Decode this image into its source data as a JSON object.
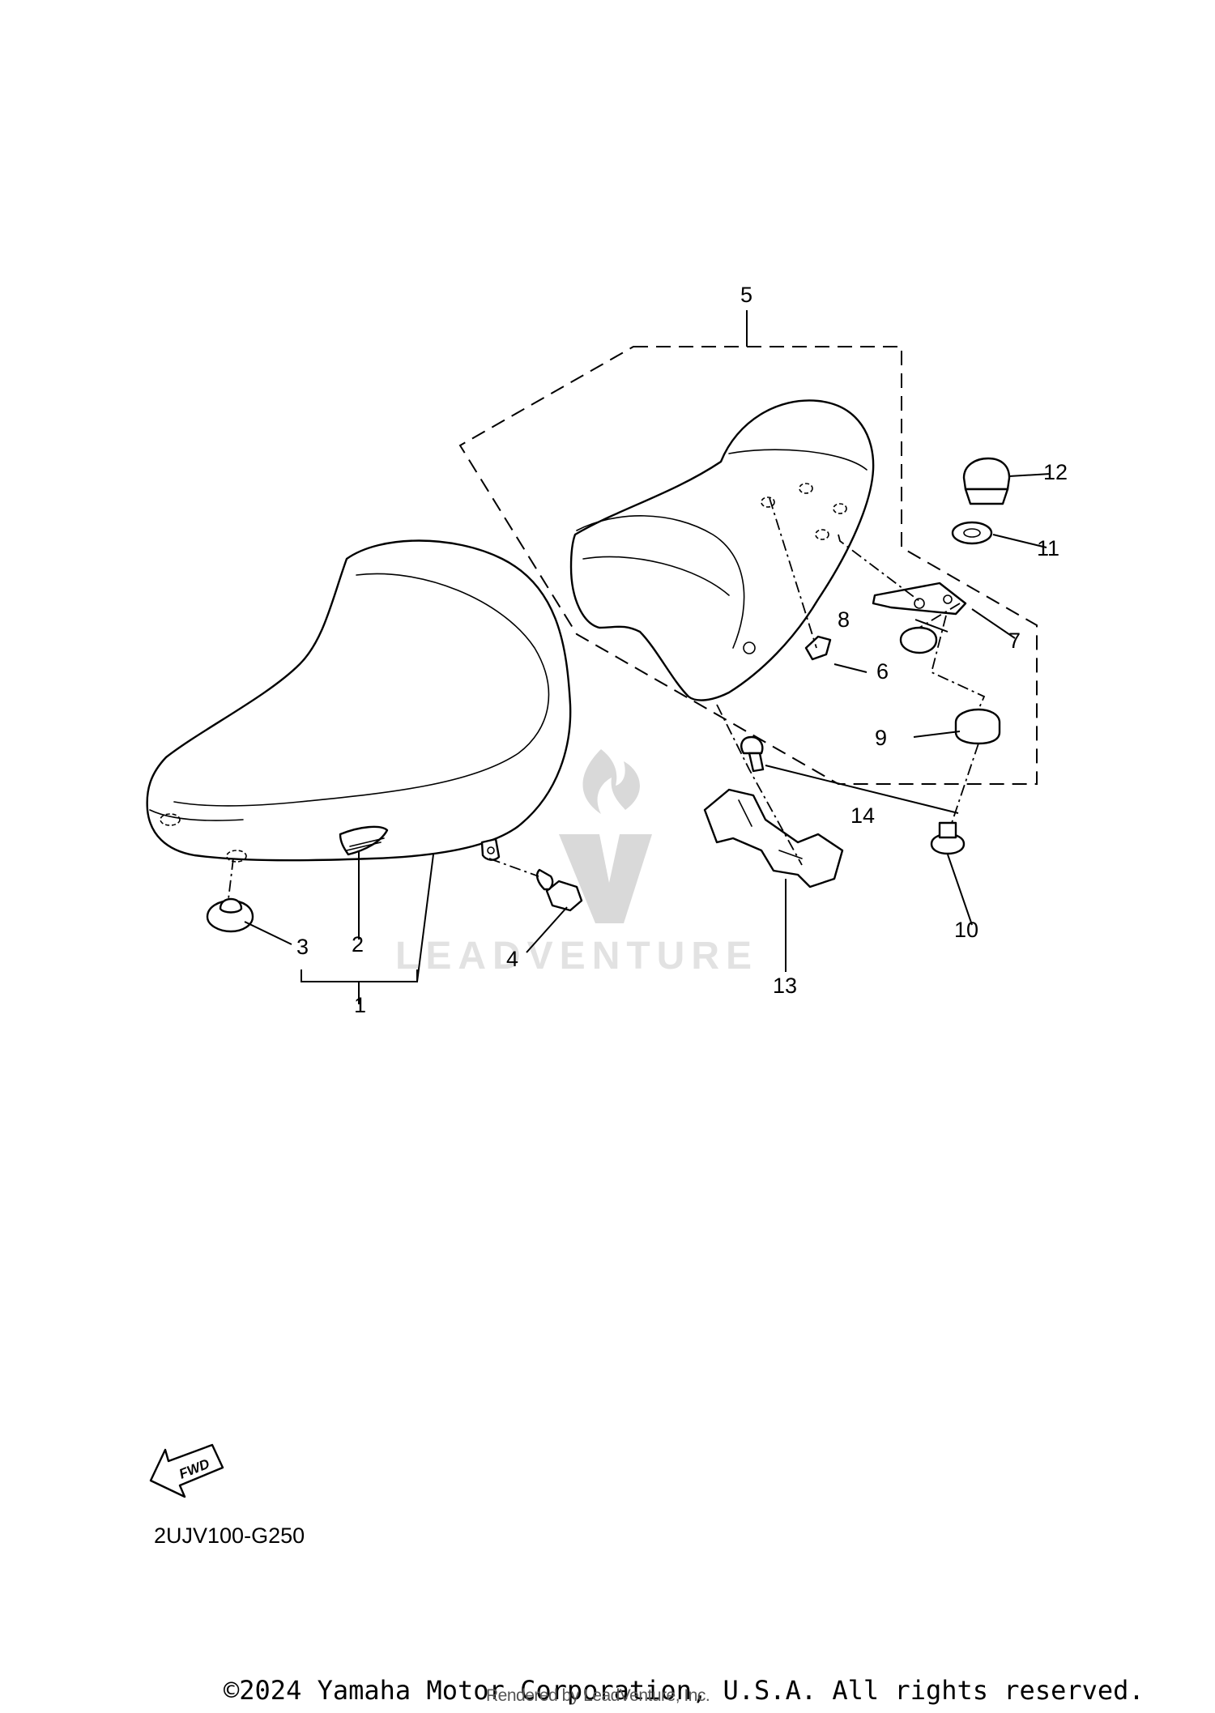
{
  "diagram": {
    "callouts": [
      {
        "id": "1",
        "label": "1"
      },
      {
        "id": "2",
        "label": "2"
      },
      {
        "id": "3",
        "label": "3"
      },
      {
        "id": "4",
        "label": "4"
      },
      {
        "id": "5",
        "label": "5"
      },
      {
        "id": "6",
        "label": "6"
      },
      {
        "id": "7",
        "label": "7"
      },
      {
        "id": "8",
        "label": "8"
      },
      {
        "id": "9",
        "label": "9"
      },
      {
        "id": "10",
        "label": "10"
      },
      {
        "id": "11",
        "label": "11"
      },
      {
        "id": "12",
        "label": "12"
      },
      {
        "id": "13",
        "label": "13"
      },
      {
        "id": "14",
        "label": "14"
      }
    ],
    "fwd_label": "FWD",
    "code": "2UJV100-G250"
  },
  "watermark": {
    "text": "LEADVENTURE"
  },
  "footer": {
    "copyright": "©2024 Yamaha Motor Corporation, U.S.A. All rights reserved.",
    "rendered_by": "Rendered by LeadVenture, Inc."
  }
}
